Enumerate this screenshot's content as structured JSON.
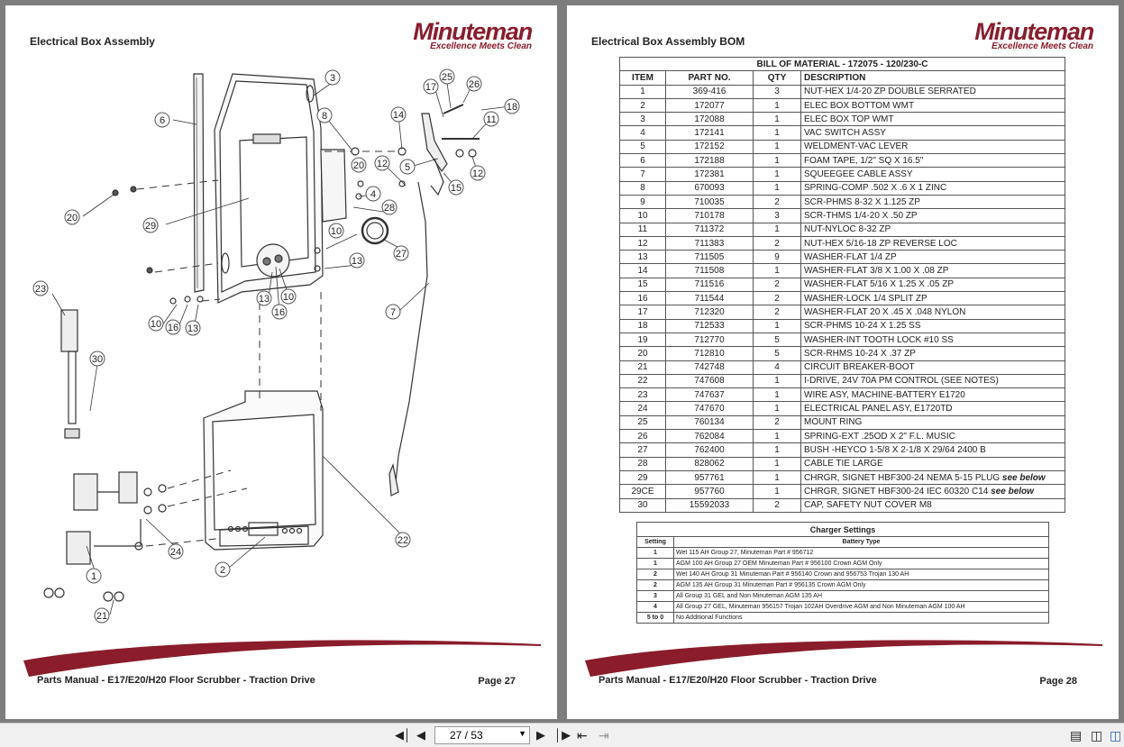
{
  "left_page": {
    "title": "Electrical Box Assembly",
    "logo_name": "Minuteman",
    "logo_tag": "Excellence Meets Clean",
    "footer": "Parts Manual - E17/E20/H20 Floor Scrubber - Traction Drive",
    "page_label": "Page 27",
    "callouts": [
      "3",
      "25",
      "26",
      "17",
      "18",
      "8",
      "14",
      "11",
      "6",
      "20",
      "12",
      "5",
      "12",
      "15",
      "4",
      "28",
      "20",
      "29",
      "10",
      "27",
      "13",
      "23",
      "13",
      "10",
      "16",
      "7",
      "10",
      "16",
      "13",
      "30",
      "22",
      "24",
      "2",
      "1",
      "21"
    ]
  },
  "right_page": {
    "title": "Electrical Box Assembly BOM",
    "logo_name": "Minuteman",
    "logo_tag": "Excellence Meets Clean",
    "footer": "Parts Manual - E17/E20/H20 Floor Scrubber - Traction Drive",
    "page_label": "Page 28",
    "bom_title": "BILL OF MATERIAL - 172075 - 120/230-C",
    "bom_headers": [
      "ITEM",
      "PART NO.",
      "QTY",
      "DESCRIPTION"
    ],
    "bom_rows": [
      [
        "1",
        "369-416",
        "3",
        "NUT-HEX 1/4-20 ZP DOUBLE SERRATED",
        ""
      ],
      [
        "2",
        "172077",
        "1",
        "ELEC BOX BOTTOM WMT",
        ""
      ],
      [
        "3",
        "172088",
        "1",
        "ELEC BOX TOP WMT",
        ""
      ],
      [
        "4",
        "172141",
        "1",
        "VAC SWITCH ASSY",
        ""
      ],
      [
        "5",
        "172152",
        "1",
        "WELDMENT-VAC LEVER",
        ""
      ],
      [
        "6",
        "172188",
        "1",
        "FOAM TAPE, 1/2\" SQ X 16.5\"",
        ""
      ],
      [
        "7",
        "172381",
        "1",
        "SQUEEGEE CABLE ASSY",
        ""
      ],
      [
        "8",
        "670093",
        "1",
        "SPRING-COMP .502 X .6 X 1 ZINC",
        ""
      ],
      [
        "9",
        "710035",
        "2",
        "SCR-PHMS 8-32 X 1.125 ZP",
        ""
      ],
      [
        "10",
        "710178",
        "3",
        "SCR-THMS 1/4-20 X .50 ZP",
        ""
      ],
      [
        "11",
        "711372",
        "1",
        "NUT-NYLOC 8-32 ZP",
        ""
      ],
      [
        "12",
        "711383",
        "2",
        "NUT-HEX 5/16-18 ZP REVERSE LOC",
        ""
      ],
      [
        "13",
        "711505",
        "9",
        "WASHER-FLAT 1/4 ZP",
        ""
      ],
      [
        "14",
        "711508",
        "1",
        "WASHER-FLAT 3/8 X 1.00 X .08 ZP",
        ""
      ],
      [
        "15",
        "711516",
        "2",
        "WASHER-FLAT 5/16 X 1.25 X .05 ZP",
        ""
      ],
      [
        "16",
        "711544",
        "2",
        "WASHER-LOCK 1/4 SPLIT ZP",
        ""
      ],
      [
        "17",
        "712320",
        "2",
        "WASHER-FLAT 20 X .45 X .048 NYLON",
        ""
      ],
      [
        "18",
        "712533",
        "1",
        "SCR-PHMS 10-24 X 1.25 SS",
        ""
      ],
      [
        "19",
        "712770",
        "5",
        "WASHER-INT TOOTH LOCK #10 SS",
        ""
      ],
      [
        "20",
        "712810",
        "5",
        "SCR-RHMS 10-24 X .37 ZP",
        ""
      ],
      [
        "21",
        "742748",
        "4",
        "CIRCUIT BREAKER-BOOT",
        ""
      ],
      [
        "22",
        "747608",
        "1",
        "I-DRIVE, 24V 70A PM CONTROL (SEE NOTES)",
        ""
      ],
      [
        "23",
        "747637",
        "1",
        "WIRE ASY, MACHINE-BATTERY E1720",
        ""
      ],
      [
        "24",
        "747670",
        "1",
        "ELECTRICAL PANEL ASY, E1720TD",
        ""
      ],
      [
        "25",
        "760134",
        "2",
        "MOUNT RING",
        ""
      ],
      [
        "26",
        "762084",
        "1",
        "SPRING-EXT .25OD X 2\" F.L. MUSIC",
        ""
      ],
      [
        "27",
        "762400",
        "1",
        "BUSH -HEYCO 1-5/8 X 2-1/8 X 29/64 2400 B",
        ""
      ],
      [
        "28",
        "828062",
        "1",
        "CABLE TIE LARGE",
        ""
      ],
      [
        "29",
        "957761",
        "1",
        "CHRGR, SIGNET HBF300-24 NEMA 5-15 PLUG",
        "see below"
      ],
      [
        "29CE",
        "957760",
        "1",
        "CHRGR, SIGNET HBF300-24 IEC 60320 C14",
        "see below"
      ],
      [
        "30",
        "15592033",
        "2",
        "CAP, SAFETY NUT COVER M8",
        ""
      ]
    ],
    "charger_title": "Charger Settings",
    "charger_headers": [
      "Setting",
      "Battery Type"
    ],
    "charger_rows": [
      [
        "1",
        "Wet 115 AH Group 27, Minuteman Part # 956712"
      ],
      [
        "1",
        "AGM 100 AH Group 27 OEM Minuteman Part # 956100 Crown AGM Only"
      ],
      [
        "2",
        "Wet 140 AH Group 31 Minuteman Part # 956140 Crown and 956753 Trojan 130 AH"
      ],
      [
        "2",
        "AGM 135 AH Group 31 Minuteman Part # 956135 Crown AGM Only"
      ],
      [
        "3",
        "All Group 31 GEL and Non Minuteman AGM 135 AH"
      ],
      [
        "4",
        "All Group 27 GEL, Minuteman 956157 Trojan 102AH Overdrive AGM and Non Minuteman AGM 100 AH"
      ],
      [
        "5 to 0",
        "No Additional Functions"
      ]
    ]
  },
  "toolbar": {
    "page_indicator": "27 / 53",
    "icons": [
      "first-page-icon",
      "prev-page-icon",
      "dropdown-icon",
      "next-page-icon",
      "last-page-icon",
      "back-icon",
      "forward-icon",
      "single-page-icon",
      "facing-pages-icon",
      "two-page-icon"
    ]
  },
  "colors": {
    "brand": "#8a1c2b",
    "viewer_bg": "#7d7d7d",
    "toolbar_bg": "#f0f0f0"
  }
}
